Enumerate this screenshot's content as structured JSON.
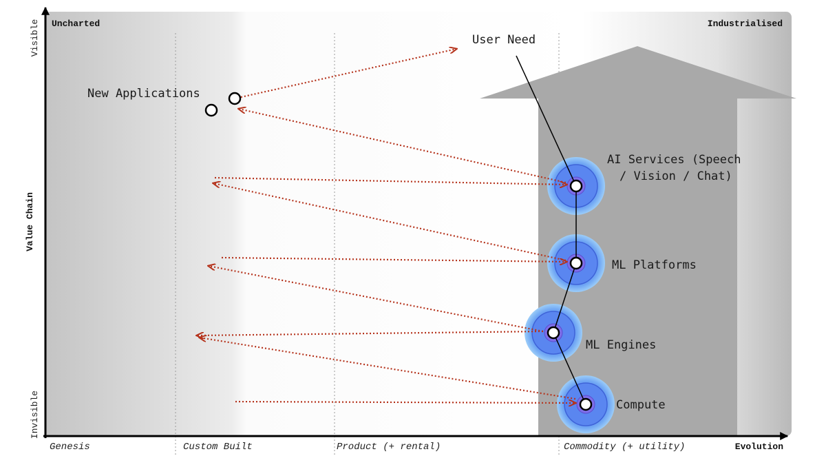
{
  "corners": {
    "top_left": "Uncharted",
    "top_right": "Industrialised"
  },
  "y_axis": {
    "title": "Value Chain",
    "top": "Visible",
    "bottom": "Invisible"
  },
  "x_axis": {
    "title": "Evolution",
    "stages": [
      "Genesis",
      "Custom Built",
      "Product (+ rental)",
      "Commodity (+ utility)"
    ]
  },
  "components": {
    "user_need": "User Need",
    "new_applications": "New Applications",
    "ai_services_line1": "AI Services (Speech",
    "ai_services_line2": "/ Vision / Chat)",
    "ml_platforms": "ML Platforms",
    "ml_engines": "ML Engines",
    "compute": "Compute"
  },
  "colors": {
    "arrow": "#b5331c",
    "inertia_outer": "#8ec5f7",
    "inertia_mid": "#5a8bf2",
    "inertia_inner": "#8a6ee8",
    "movement_arrow": "#a9a9a9"
  }
}
